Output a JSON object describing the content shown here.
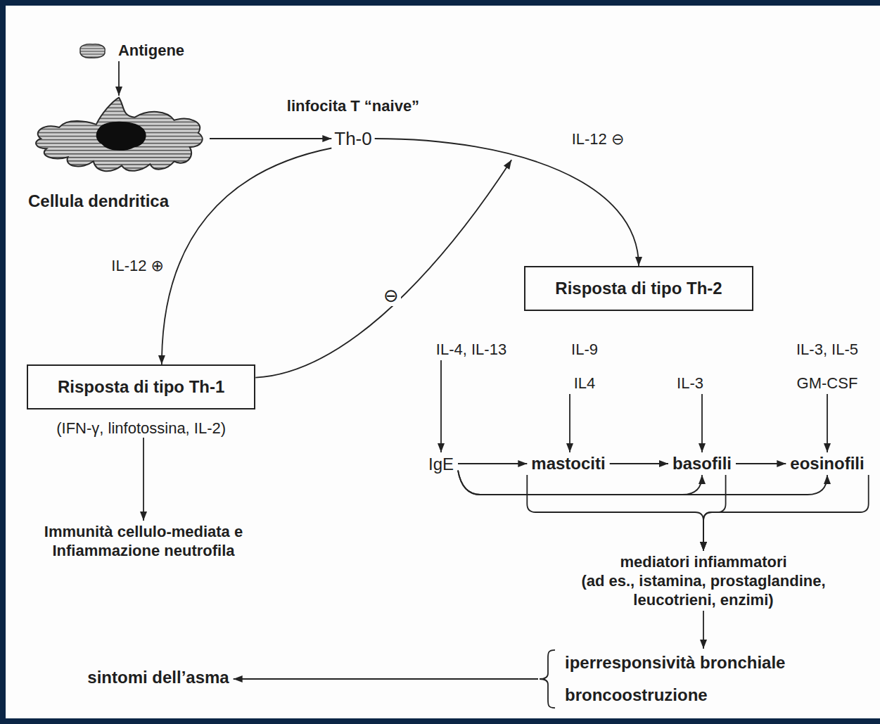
{
  "diagram": {
    "nodes": [
      {
        "text": [
          "Antigene"
        ]
      },
      {
        "text": [
          "Cellula dendritica"
        ]
      },
      {
        "text": [
          "linfocita T “naive”",
          "Th-0"
        ]
      },
      {
        "text": [
          "Risposta di tipo Th-1",
          "(IFN-γ, linfotossina, IL-2)"
        ]
      },
      {
        "text": [
          "Risposta di tipo Th-2"
        ]
      },
      {
        "text": [
          "Immunità cellulo-mediata e Infiammazione neutrofila"
        ]
      },
      {
        "text": [
          "IL-4, IL-13"
        ]
      },
      {
        "text": [
          "IL-9",
          "IL4"
        ]
      },
      {
        "text": [
          "IL-3"
        ]
      },
      {
        "text": [
          "IL-3, IL-5",
          "GM-CSF"
        ]
      },
      {
        "text": [
          "IgE"
        ]
      },
      {
        "text": [
          "mastociti"
        ]
      },
      {
        "text": [
          "basofili"
        ]
      },
      {
        "text": [
          "eosinofili"
        ]
      },
      {
        "text": [
          "mediatori infiammatori",
          "(ad es., istamina, prostaglandine, leucotrieni, enzimi)"
        ]
      },
      {
        "text": [
          "iperresponsività bronchiale",
          "broncoostruzione"
        ]
      },
      {
        "text": [
          "sintomi dell’asma"
        ]
      }
    ],
    "edges": [
      {
        "from": 0,
        "to": 1,
        "arrow": "to"
      },
      {
        "from": 1,
        "to": 2,
        "arrow": "to"
      },
      {
        "from": 2,
        "to": 3,
        "label": "IL-12 ⊕",
        "arrow": "to"
      },
      {
        "from": 2,
        "to": 4,
        "label": "IL-12 ⊖",
        "arrow": "to"
      },
      {
        "from": 3,
        "to": 5,
        "arrow": "to"
      },
      {
        "from": 6,
        "to": 10,
        "arrow": "to"
      },
      {
        "from": 7,
        "to": 11,
        "arrow": "to"
      },
      {
        "from": 8,
        "to": 12,
        "arrow": "to"
      },
      {
        "from": 9,
        "to": 13,
        "arrow": "to"
      },
      {
        "from": 10,
        "to": 11,
        "arrow": "to"
      },
      {
        "from": 11,
        "to": 12,
        "arrow": "to"
      },
      {
        "from": 12,
        "to": 13,
        "arrow": "to"
      },
      {
        "from": 10,
        "to": 12,
        "arrow": "to"
      },
      {
        "from": 10,
        "to": 13,
        "arrow": "to"
      },
      {
        "from": 11,
        "to": 14,
        "arrow": "to"
      },
      {
        "from": 12,
        "to": 14,
        "arrow": "to"
      },
      {
        "from": 13,
        "to": 14,
        "arrow": "to"
      },
      {
        "from": 14,
        "to": 15,
        "arrow": "to"
      },
      {
        "from": 15,
        "to": 16,
        "arrow": "to"
      }
    ],
    "labels": [
      "⊖"
    ]
  }
}
